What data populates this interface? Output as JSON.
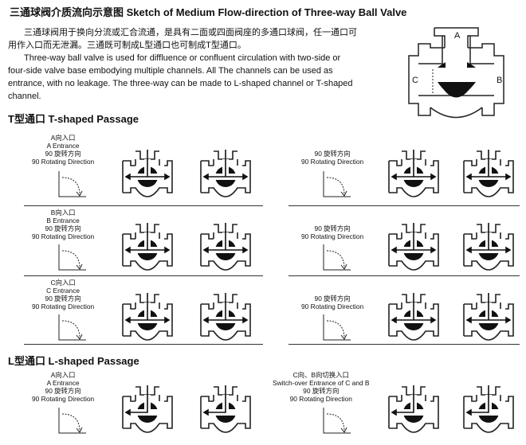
{
  "title": "三通球阀介质流向示意图  Sketch of Medium Flow-direction of Three-way Ball Valve",
  "intro": {
    "cn": "三通球阀用于换向分流或汇合流通，是具有二面或四面阀座的多通口球阀，任一通口可用作入口而无泄漏。三通既可制成L型通口也可制成T型通口。",
    "en": "Three-way ball valve is used for diffluence or confluent circulation with two-side or four-side valve base embodying multiple channels. All The channels can be used as entrance, with no leakage. The three-way can be made to L-shaped channel or T-shaped channel."
  },
  "diagram_ports": {
    "a": "A",
    "b": "B",
    "c": "C"
  },
  "t_section": {
    "title": "T型通口  T-shaped Passage"
  },
  "l_section": {
    "title": "L型通口  L-shaped Passage"
  },
  "labels": {
    "a_cn": "A向入口",
    "a_en": "A Entrance",
    "b_cn": "B向入口",
    "b_en": "B Entrance",
    "c_cn": "C向入口",
    "c_en": "C Entrance",
    "rot_cn": "90   旋转方向",
    "rot_en": "90 Rotating Direction",
    "switch_cn": "C向、B向切换入口",
    "switch_en": "Switch-over Entrance of C and B"
  },
  "colors": {
    "ball": "#111111",
    "line": "#222222"
  }
}
